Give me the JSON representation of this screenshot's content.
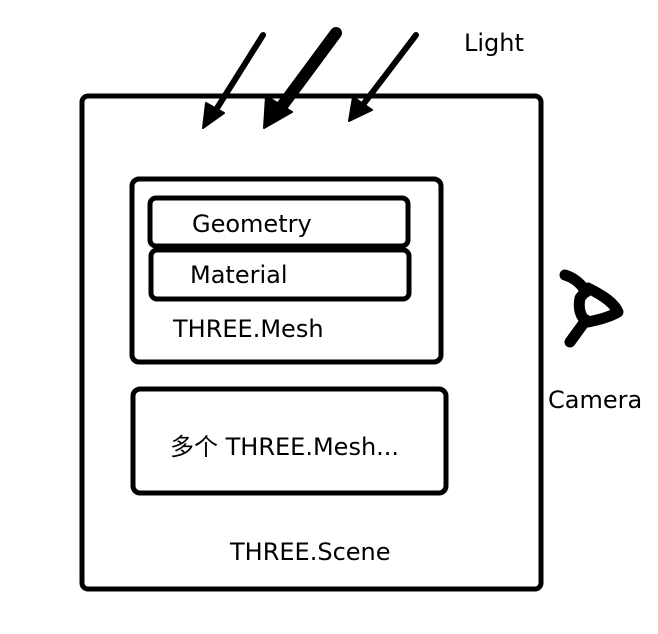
{
  "light": {
    "label": "Light"
  },
  "camera": {
    "label": "Camera"
  },
  "scene": {
    "label": "THREE.Scene"
  },
  "mesh": {
    "label": "THREE.Mesh",
    "geometry_label": "Geometry",
    "material_label": "Material"
  },
  "more_meshes": {
    "label": "多个 THREE.Mesh..."
  },
  "colors": {
    "stroke": "#000000",
    "background": "#ffffff"
  }
}
